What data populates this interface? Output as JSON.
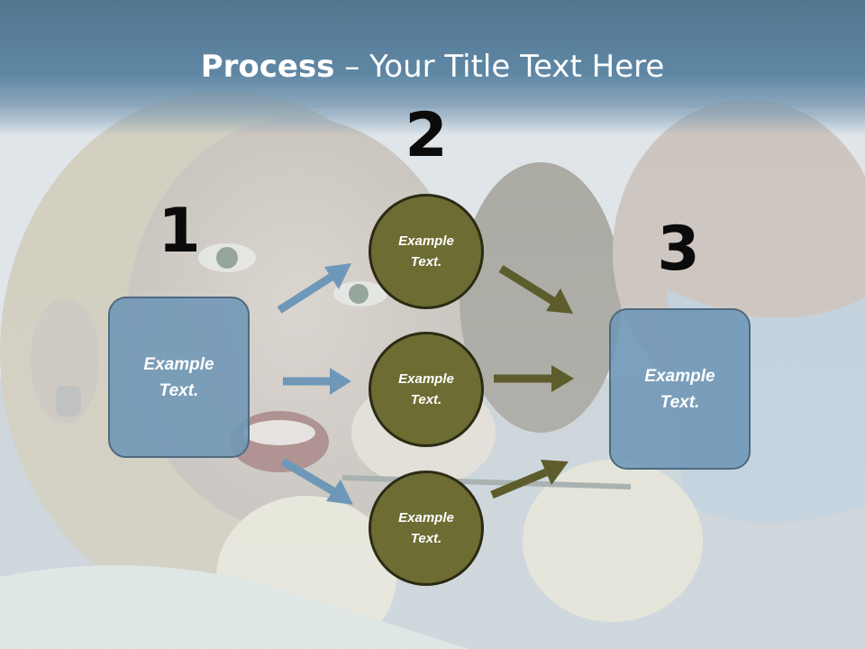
{
  "slide": {
    "title_bold": "Process",
    "title_rest": " – Your Title Text Here"
  },
  "steps": [
    {
      "number": "1",
      "text": "Example Text."
    },
    {
      "number": "2",
      "text": "Example Text."
    },
    {
      "number": "3",
      "text": "Example Text."
    }
  ],
  "circles": [
    {
      "text": "Example Text."
    },
    {
      "text": "Example Text."
    },
    {
      "text": "Example Text."
    }
  ],
  "colors": {
    "title_band": "#5f87a4",
    "box_fill": "#6e96b6",
    "circle_fill": "#6d6c33",
    "blue_arrow": "#6f98b8",
    "olive_arrow": "#5d5c2c"
  }
}
